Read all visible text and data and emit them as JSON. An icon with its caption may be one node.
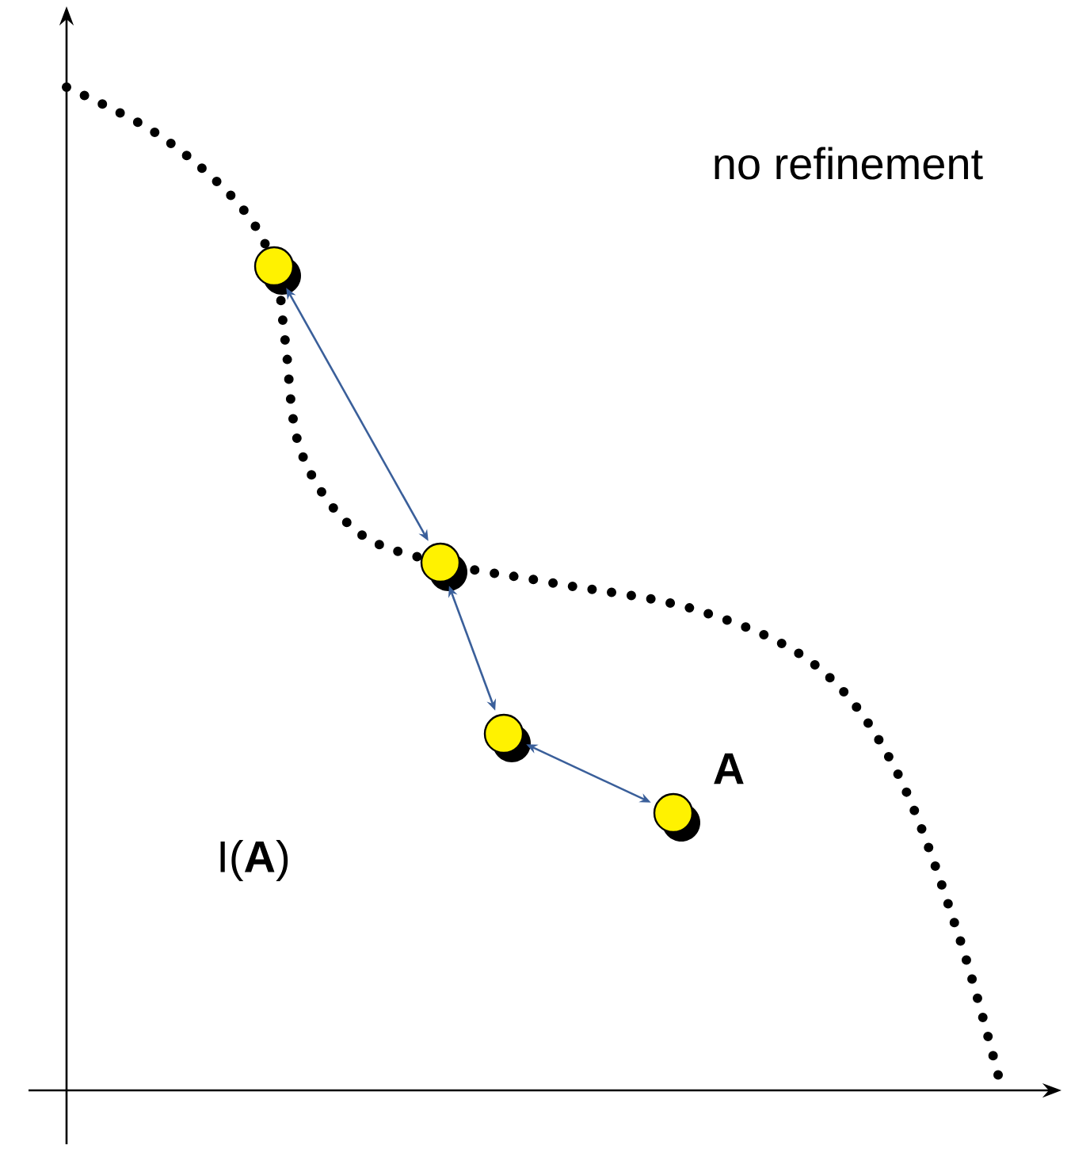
{
  "diagram": {
    "nodes": [
      {
        "text": [],
        "shape": "circle"
      },
      {
        "text": [],
        "shape": "circle"
      },
      {
        "text": [],
        "shape": "circle"
      },
      {
        "text": [],
        "shape": "circle",
        "beside": [
          "A"
        ]
      }
    ],
    "edges": [
      {
        "from": 0,
        "to": 1,
        "arrow": "both"
      },
      {
        "from": 1,
        "to": 2,
        "arrow": "both"
      },
      {
        "from": 2,
        "to": 3,
        "arrow": "both"
      }
    ],
    "labels": [
      "no refinement",
      "I(**A**)"
    ]
  }
}
